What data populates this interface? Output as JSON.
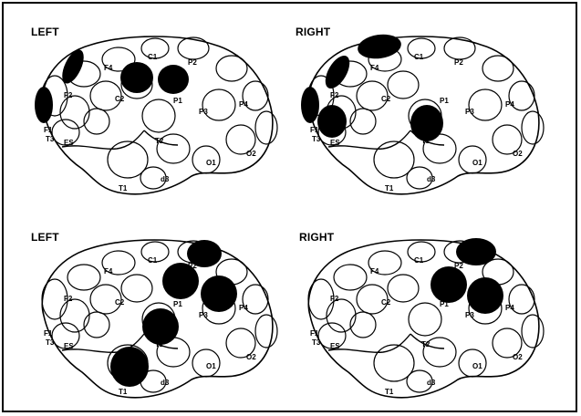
{
  "figure": {
    "panels": [
      {
        "title": "LEFT",
        "row": "top",
        "side": "left",
        "region_labels": [
          "F1",
          "F2",
          "F4",
          "C1",
          "C2",
          "P1",
          "P2",
          "P3",
          "P4",
          "T2",
          "T1",
          "T3",
          "O1",
          "O2",
          "ES",
          "d3"
        ]
      },
      {
        "title": "RIGHT",
        "row": "top",
        "side": "right",
        "region_labels": [
          "F1",
          "F2",
          "F4",
          "C1",
          "C2",
          "P1",
          "P2",
          "P3",
          "P4",
          "T2",
          "T1",
          "T3",
          "O1",
          "O2",
          "ES",
          "d3"
        ]
      },
      {
        "title": "LEFT",
        "row": "bottom",
        "side": "left",
        "region_labels": [
          "F1",
          "F2",
          "F4",
          "C1",
          "C2",
          "P1",
          "P2",
          "P3",
          "P4",
          "T2",
          "T1",
          "T3",
          "O1",
          "O2",
          "ES",
          "d3"
        ]
      },
      {
        "title": "RIGHT",
        "row": "bottom",
        "side": "right",
        "region_labels": [
          "F1",
          "F2",
          "F4",
          "C1",
          "C2",
          "P1",
          "P2",
          "P3",
          "P4",
          "T2",
          "T1",
          "T3",
          "O1",
          "O2",
          "ES",
          "d3"
        ]
      }
    ],
    "colors": {
      "outline": "#000000",
      "background": "#ffffff",
      "highlight": "#000000"
    }
  }
}
